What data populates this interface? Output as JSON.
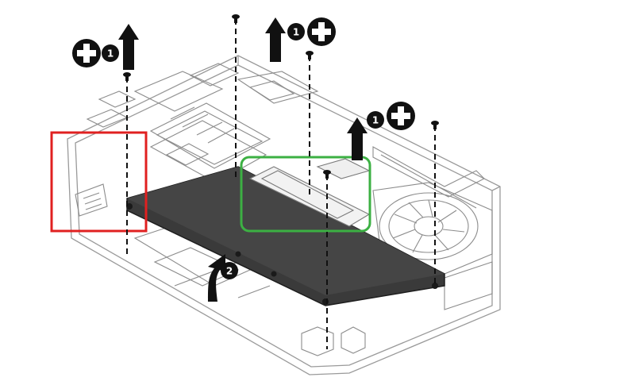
{
  "diagram": {
    "callouts": [
      {
        "id": "c1a",
        "number": "1"
      },
      {
        "id": "c1b",
        "number": "1"
      },
      {
        "id": "c1c",
        "number": "1"
      },
      {
        "id": "c2",
        "number": "2"
      }
    ],
    "highlight_colors": {
      "red_box": "#e02020",
      "green_box": "#3cb043"
    },
    "battery_color": "#3a3a3a",
    "icons": [
      "arrow-up-icon",
      "phillips-screw-icon",
      "curved-arrow-icon"
    ]
  }
}
